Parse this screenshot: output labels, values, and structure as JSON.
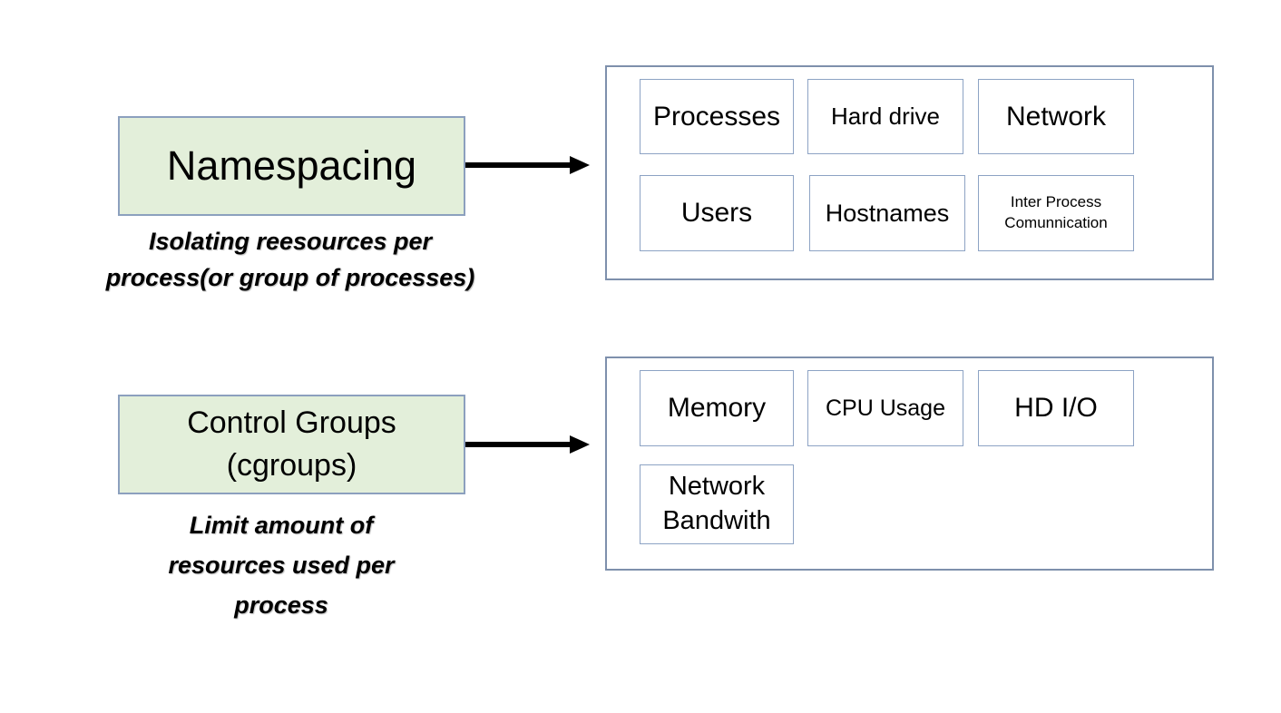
{
  "diagram": {
    "colors": {
      "background": "#ffffff",
      "concept_fill": "#e3efda",
      "concept_border": "#8ca0be",
      "item_border": "#8da3c4",
      "container_border": "#7e90ac",
      "arrow": "#000000",
      "text": "#000000"
    },
    "sections": [
      {
        "id": "namespacing",
        "title_lines": [
          "Namespacing"
        ],
        "caption_lines": [
          "Isolating reesources per",
          "process(or group of processes)"
        ],
        "items": [
          {
            "label": "Processes"
          },
          {
            "label": "Hard drive"
          },
          {
            "label": "Network"
          },
          {
            "label": "Users"
          },
          {
            "label": "Hostnames"
          },
          {
            "label": "Inter Process Comunnication"
          }
        ]
      },
      {
        "id": "control-groups",
        "title_lines": [
          "Control Groups",
          "(cgroups)"
        ],
        "caption_lines": [
          "Limit amount of",
          "resources used per",
          "process"
        ],
        "items": [
          {
            "label": "Memory"
          },
          {
            "label": "CPU Usage"
          },
          {
            "label": "HD I/O"
          },
          {
            "label": "Network Bandwith"
          }
        ]
      }
    ]
  }
}
